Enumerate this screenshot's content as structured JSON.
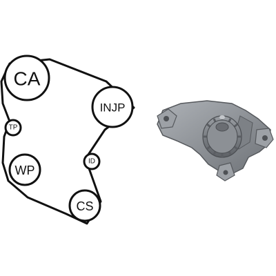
{
  "pulleys": {
    "ca": "CA",
    "injp": "INJP",
    "tp": "TP",
    "wp": "WP",
    "id": "ID",
    "cs": "CS"
  }
}
